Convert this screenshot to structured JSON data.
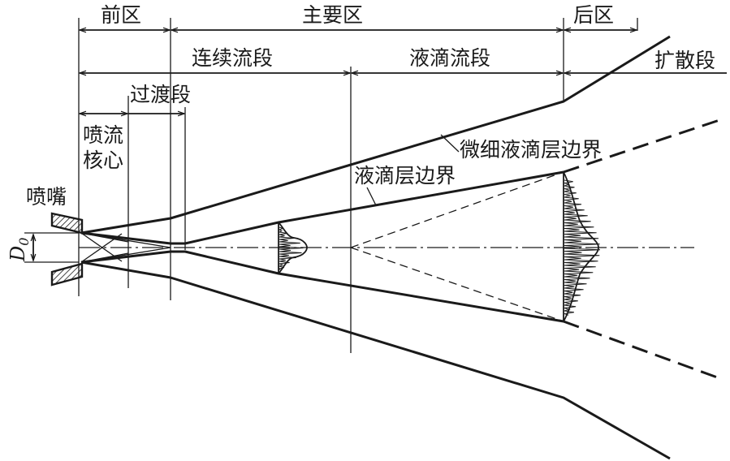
{
  "zones": {
    "front": "前区",
    "main": "主要区",
    "rear": "后区"
  },
  "segments": {
    "continuous_flow": "连续流段",
    "droplet_flow": "液滴流段",
    "transition": "过渡段",
    "diffusion": "扩散段"
  },
  "labels": {
    "jet_core_line1": "喷流",
    "jet_core_line2": "核心",
    "nozzle": "喷嘴",
    "fine_droplet_boundary": "微细液滴层边界",
    "droplet_layer_boundary": "液滴层边界",
    "diameter_symbol": "D",
    "diameter_subscript": "0"
  }
}
